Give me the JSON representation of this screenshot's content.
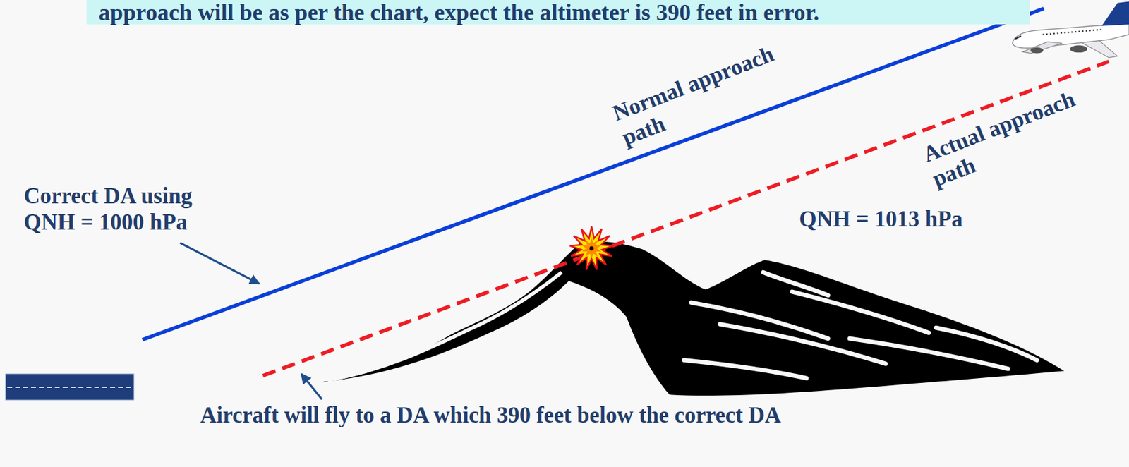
{
  "diagram": {
    "nodes": [
      {
        "text": [
          "approach will be as per the chart, expect the altimeter is 390 feet in error."
        ]
      }
    ],
    "labels": [
      "Normal approach path",
      "Actual approach path",
      "Correct DA using QNH = 1000 hPa",
      "QNH = 1013 hPa",
      "Aircraft will fly to a DA which 390 feet below the correct DA"
    ]
  }
}
